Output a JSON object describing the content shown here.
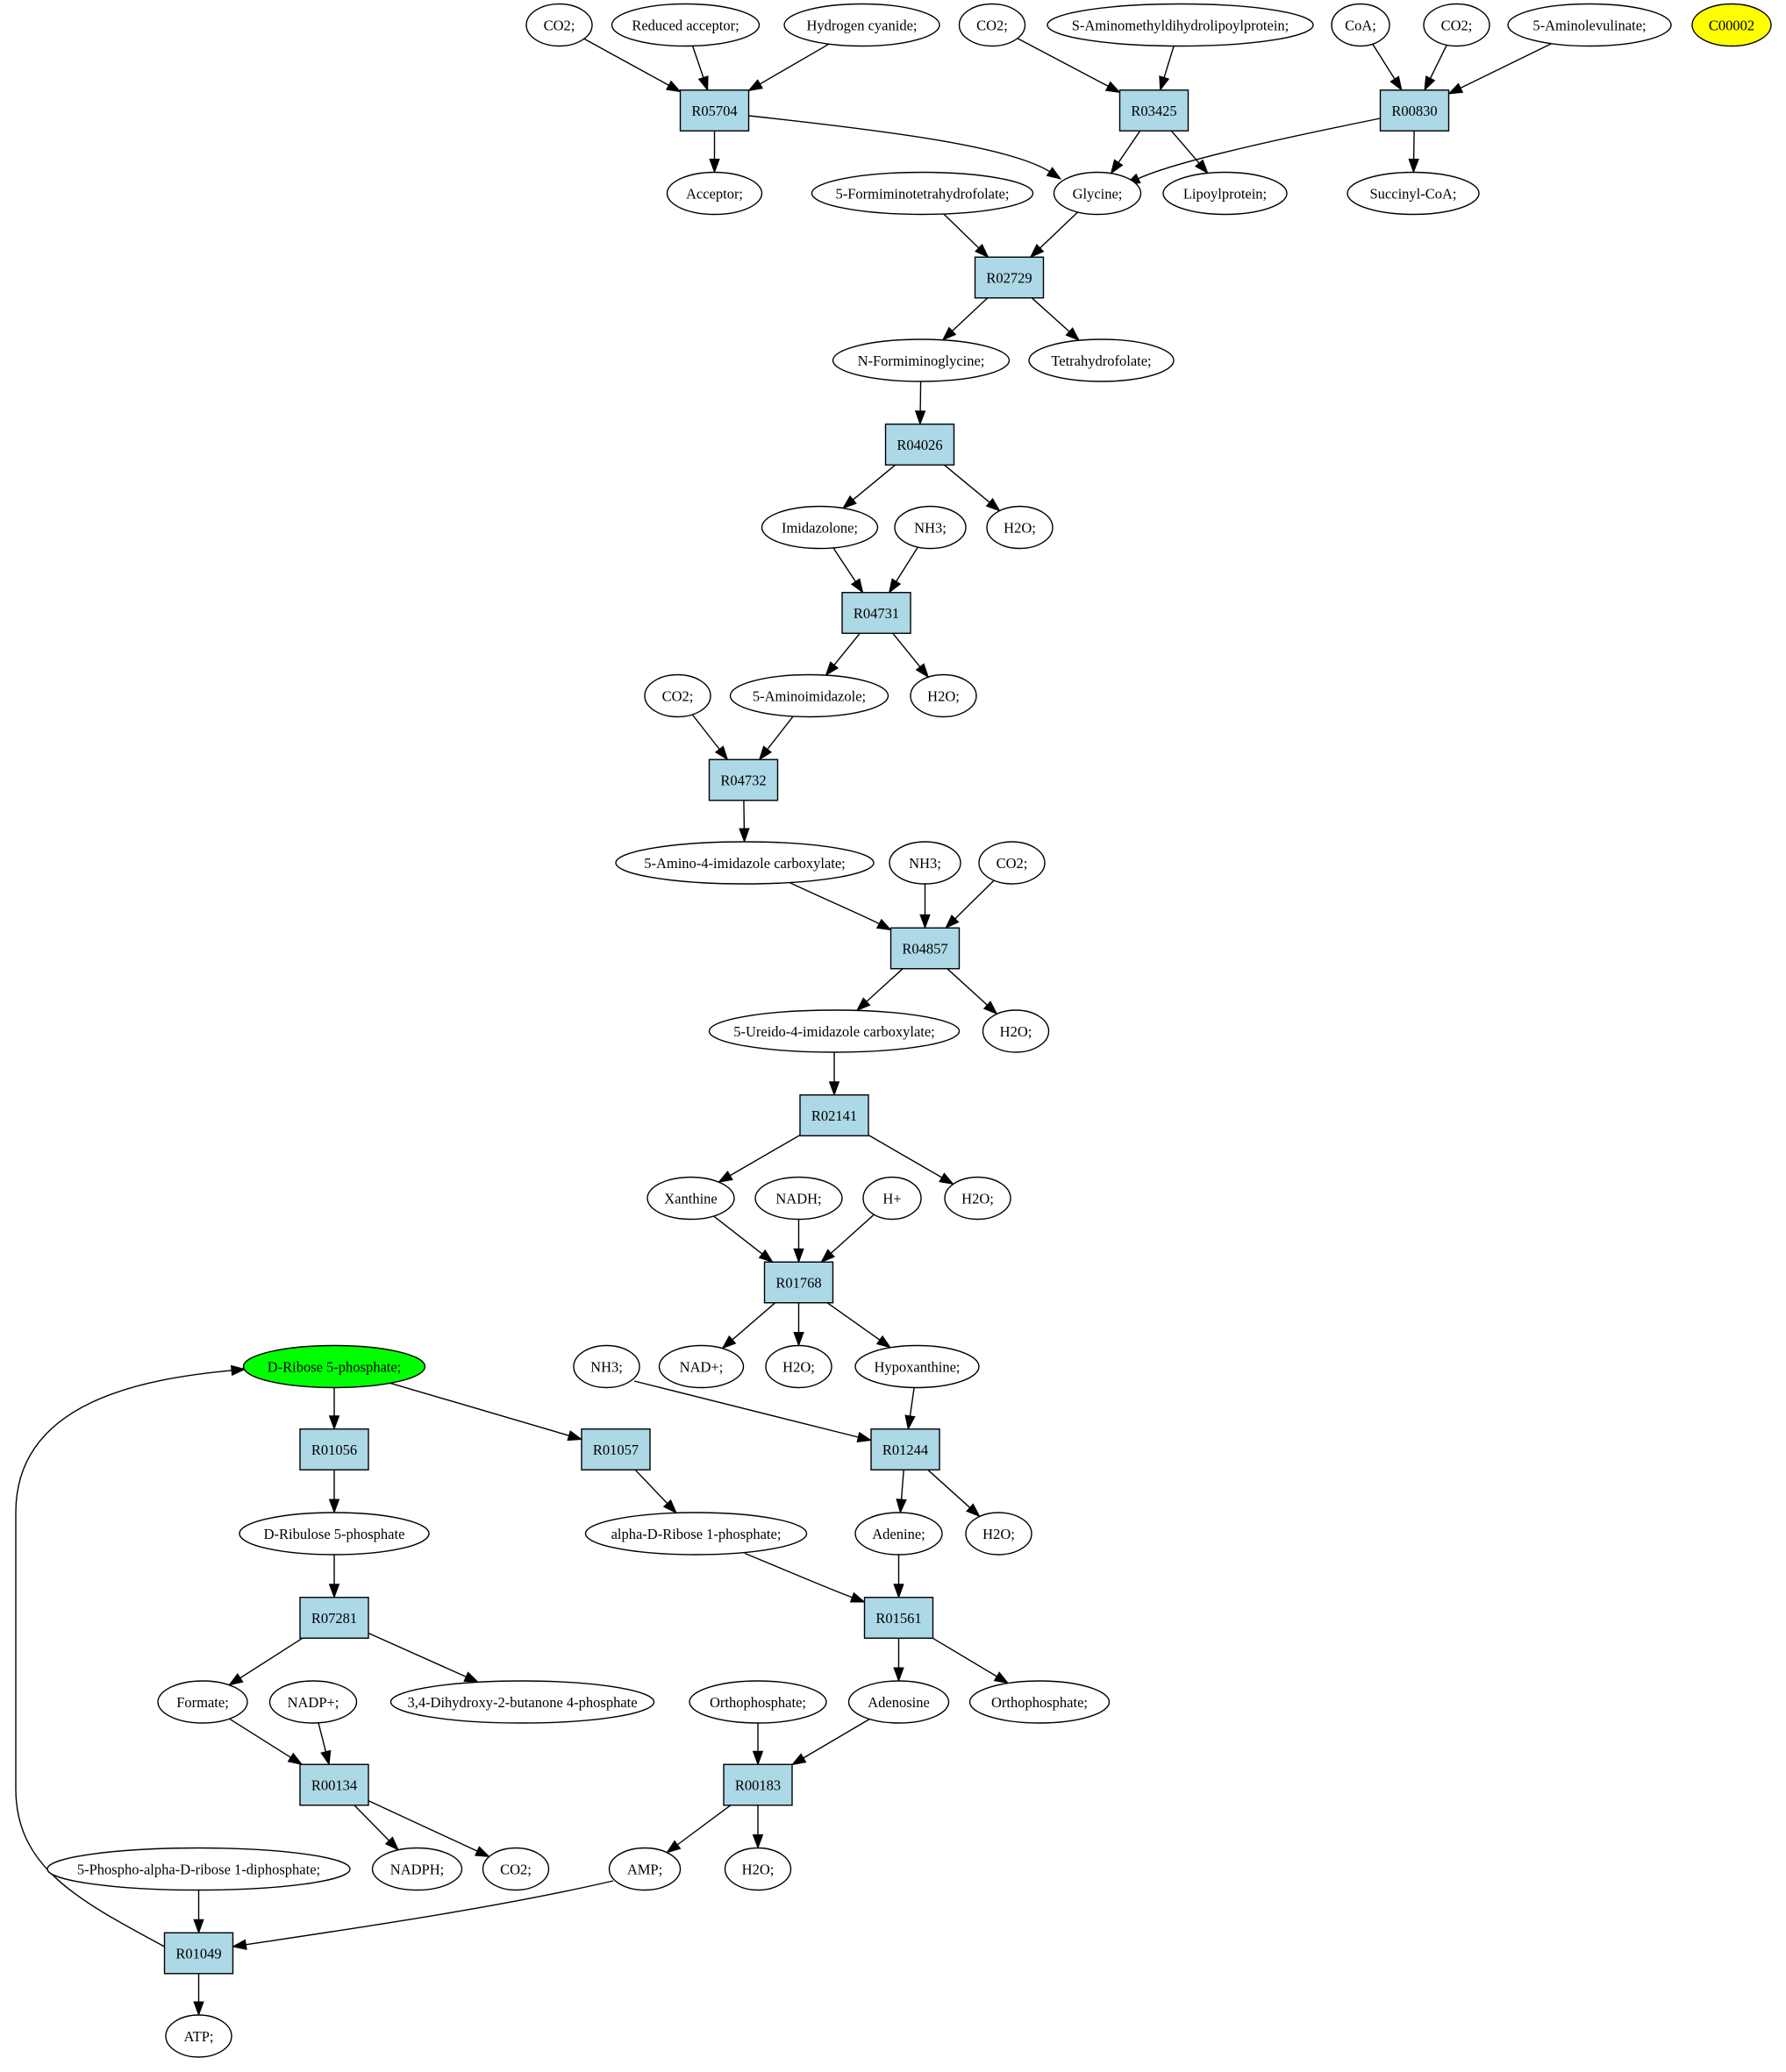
{
  "colors": {
    "reaction_fill": "#add8e6",
    "compound_fill": "#ffffff",
    "source_fill": "#00ff00",
    "highlight_fill": "#ffff00",
    "stroke": "#000000"
  },
  "nodes": [
    {
      "id": "c_co2_a",
      "kind": "compound",
      "label": "CO2;"
    },
    {
      "id": "c_redacc",
      "kind": "compound",
      "label": "Reduced acceptor;"
    },
    {
      "id": "c_hcn",
      "kind": "compound",
      "label": "Hydrogen cyanide;"
    },
    {
      "id": "c_co2_b",
      "kind": "compound",
      "label": "CO2;"
    },
    {
      "id": "c_samdl",
      "kind": "compound",
      "label": "S-Aminomethyldihydrolipoylprotein;"
    },
    {
      "id": "c_coa",
      "kind": "compound",
      "label": "CoA;"
    },
    {
      "id": "c_co2_c",
      "kind": "compound",
      "label": "CO2;"
    },
    {
      "id": "c_5ala",
      "kind": "compound",
      "label": "5-Aminolevulinate;"
    },
    {
      "id": "c_c00002",
      "kind": "highlight",
      "label": "C00002"
    },
    {
      "id": "r_R05704",
      "kind": "reaction",
      "label": "R05704"
    },
    {
      "id": "r_R03425",
      "kind": "reaction",
      "label": "R03425"
    },
    {
      "id": "r_R00830",
      "kind": "reaction",
      "label": "R00830"
    },
    {
      "id": "c_acceptor",
      "kind": "compound",
      "label": "Acceptor;"
    },
    {
      "id": "c_5fthf",
      "kind": "compound",
      "label": "5-Formiminotetrahydrofolate;"
    },
    {
      "id": "c_glycine",
      "kind": "compound",
      "label": "Glycine;"
    },
    {
      "id": "c_lipoyl",
      "kind": "compound",
      "label": "Lipoylprotein;"
    },
    {
      "id": "c_succoa",
      "kind": "compound",
      "label": "Succinyl-CoA;"
    },
    {
      "id": "r_R02729",
      "kind": "reaction",
      "label": "R02729"
    },
    {
      "id": "c_nfg",
      "kind": "compound",
      "label": "N-Formiminoglycine;"
    },
    {
      "id": "c_thf",
      "kind": "compound",
      "label": "Tetrahydrofolate;"
    },
    {
      "id": "r_R04026",
      "kind": "reaction",
      "label": "R04026"
    },
    {
      "id": "c_imidazolone",
      "kind": "compound",
      "label": "Imidazolone;"
    },
    {
      "id": "c_nh3_a",
      "kind": "compound",
      "label": "NH3;"
    },
    {
      "id": "c_h2o_a",
      "kind": "compound",
      "label": "H2O;"
    },
    {
      "id": "r_R04731",
      "kind": "reaction",
      "label": "R04731"
    },
    {
      "id": "c_co2_d",
      "kind": "compound",
      "label": "CO2;"
    },
    {
      "id": "c_5ai",
      "kind": "compound",
      "label": "5-Aminoimidazole;"
    },
    {
      "id": "c_h2o_b",
      "kind": "compound",
      "label": "H2O;"
    },
    {
      "id": "r_R04732",
      "kind": "reaction",
      "label": "R04732"
    },
    {
      "id": "c_5a4ic",
      "kind": "compound",
      "label": "5-Amino-4-imidazole carboxylate;"
    },
    {
      "id": "c_nh3_b",
      "kind": "compound",
      "label": "NH3;"
    },
    {
      "id": "c_co2_e",
      "kind": "compound",
      "label": "CO2;"
    },
    {
      "id": "r_R04857",
      "kind": "reaction",
      "label": "R04857"
    },
    {
      "id": "c_5u4ic",
      "kind": "compound",
      "label": "5-Ureido-4-imidazole carboxylate;"
    },
    {
      "id": "c_h2o_c",
      "kind": "compound",
      "label": "H2O;"
    },
    {
      "id": "r_R02141",
      "kind": "reaction",
      "label": "R02141"
    },
    {
      "id": "c_xanthine",
      "kind": "compound",
      "label": "Xanthine"
    },
    {
      "id": "c_nadh",
      "kind": "compound",
      "label": "NADH;"
    },
    {
      "id": "c_hplus",
      "kind": "compound",
      "label": "H+"
    },
    {
      "id": "c_h2o_d",
      "kind": "compound",
      "label": "H2O;"
    },
    {
      "id": "r_R01768",
      "kind": "reaction",
      "label": "R01768"
    },
    {
      "id": "c_dr5p",
      "kind": "source",
      "label": "D-Ribose 5-phosphate;"
    },
    {
      "id": "c_nh3_c",
      "kind": "compound",
      "label": "NH3;"
    },
    {
      "id": "c_nadplus_a",
      "kind": "compound",
      "label": "NAD+;"
    },
    {
      "id": "c_h2o_e",
      "kind": "compound",
      "label": "H2O;"
    },
    {
      "id": "c_hypox",
      "kind": "compound",
      "label": "Hypoxanthine;"
    },
    {
      "id": "r_R01056",
      "kind": "reaction",
      "label": "R01056"
    },
    {
      "id": "r_R01057",
      "kind": "reaction",
      "label": "R01057"
    },
    {
      "id": "r_R01244",
      "kind": "reaction",
      "label": "R01244"
    },
    {
      "id": "c_dru5p",
      "kind": "compound",
      "label": "D-Ribulose 5-phosphate"
    },
    {
      "id": "c_adr1p",
      "kind": "compound",
      "label": "alpha-D-Ribose 1-phosphate;"
    },
    {
      "id": "c_adenine",
      "kind": "compound",
      "label": "Adenine;"
    },
    {
      "id": "c_h2o_f",
      "kind": "compound",
      "label": "H2O;"
    },
    {
      "id": "r_R07281",
      "kind": "reaction",
      "label": "R07281"
    },
    {
      "id": "r_R01561",
      "kind": "reaction",
      "label": "R01561"
    },
    {
      "id": "c_formate",
      "kind": "compound",
      "label": "Formate;"
    },
    {
      "id": "c_nadpplus",
      "kind": "compound",
      "label": "NADP+;"
    },
    {
      "id": "c_34dhb",
      "kind": "compound",
      "label": "3,4-Dihydroxy-2-butanone 4-phosphate"
    },
    {
      "id": "c_ortho_a",
      "kind": "compound",
      "label": "Orthophosphate;"
    },
    {
      "id": "c_adenosine",
      "kind": "compound",
      "label": "Adenosine"
    },
    {
      "id": "c_ortho_b",
      "kind": "compound",
      "label": "Orthophosphate;"
    },
    {
      "id": "r_R00134",
      "kind": "reaction",
      "label": "R00134"
    },
    {
      "id": "r_R00183",
      "kind": "reaction",
      "label": "R00183"
    },
    {
      "id": "c_prpp",
      "kind": "compound",
      "label": "5-Phospho-alpha-D-ribose 1-diphosphate;"
    },
    {
      "id": "c_nadph",
      "kind": "compound",
      "label": "NADPH;"
    },
    {
      "id": "c_co2_f",
      "kind": "compound",
      "label": "CO2;"
    },
    {
      "id": "c_amp",
      "kind": "compound",
      "label": "AMP;"
    },
    {
      "id": "c_h2o_g",
      "kind": "compound",
      "label": "H2O;"
    },
    {
      "id": "r_R01049",
      "kind": "reaction",
      "label": "R01049"
    },
    {
      "id": "c_atp",
      "kind": "compound",
      "label": "ATP;"
    }
  ],
  "edges": [
    [
      "c_co2_a",
      "r_R05704"
    ],
    [
      "c_redacc",
      "r_R05704"
    ],
    [
      "c_hcn",
      "r_R05704"
    ],
    [
      "r_R05704",
      "c_acceptor"
    ],
    [
      "r_R05704",
      "c_glycine"
    ],
    [
      "c_co2_b",
      "r_R03425"
    ],
    [
      "c_samdl",
      "r_R03425"
    ],
    [
      "r_R03425",
      "c_glycine"
    ],
    [
      "r_R03425",
      "c_lipoyl"
    ],
    [
      "c_coa",
      "r_R00830"
    ],
    [
      "c_co2_c",
      "r_R00830"
    ],
    [
      "c_5ala",
      "r_R00830"
    ],
    [
      "r_R00830",
      "c_glycine"
    ],
    [
      "r_R00830",
      "c_succoa"
    ],
    [
      "c_5fthf",
      "r_R02729"
    ],
    [
      "c_glycine",
      "r_R02729"
    ],
    [
      "r_R02729",
      "c_nfg"
    ],
    [
      "r_R02729",
      "c_thf"
    ],
    [
      "c_nfg",
      "r_R04026"
    ],
    [
      "r_R04026",
      "c_imidazolone"
    ],
    [
      "r_R04026",
      "c_h2o_a"
    ],
    [
      "c_imidazolone",
      "r_R04731"
    ],
    [
      "c_nh3_a",
      "r_R04731"
    ],
    [
      "r_R04731",
      "c_5ai"
    ],
    [
      "r_R04731",
      "c_h2o_b"
    ],
    [
      "c_co2_d",
      "r_R04732"
    ],
    [
      "c_5ai",
      "r_R04732"
    ],
    [
      "r_R04732",
      "c_5a4ic"
    ],
    [
      "c_5a4ic",
      "r_R04857"
    ],
    [
      "c_nh3_b",
      "r_R04857"
    ],
    [
      "c_co2_e",
      "r_R04857"
    ],
    [
      "r_R04857",
      "c_5u4ic"
    ],
    [
      "r_R04857",
      "c_h2o_c"
    ],
    [
      "c_5u4ic",
      "r_R02141"
    ],
    [
      "r_R02141",
      "c_xanthine"
    ],
    [
      "r_R02141",
      "c_h2o_d"
    ],
    [
      "c_xanthine",
      "r_R01768"
    ],
    [
      "c_nadh",
      "r_R01768"
    ],
    [
      "c_hplus",
      "r_R01768"
    ],
    [
      "r_R01768",
      "c_nadplus_a"
    ],
    [
      "r_R01768",
      "c_h2o_e"
    ],
    [
      "r_R01768",
      "c_hypox"
    ],
    [
      "c_dr5p",
      "r_R01056"
    ],
    [
      "c_dr5p",
      "r_R01057"
    ],
    [
      "c_nh3_c",
      "r_R01244"
    ],
    [
      "c_hypox",
      "r_R01244"
    ],
    [
      "r_R01056",
      "c_dru5p"
    ],
    [
      "r_R01057",
      "c_adr1p"
    ],
    [
      "r_R01244",
      "c_adenine"
    ],
    [
      "r_R01244",
      "c_h2o_f"
    ],
    [
      "c_dru5p",
      "r_R07281"
    ],
    [
      "c_adr1p",
      "r_R01561"
    ],
    [
      "c_adenine",
      "r_R01561"
    ],
    [
      "r_R07281",
      "c_formate"
    ],
    [
      "r_R07281",
      "c_34dhb"
    ],
    [
      "r_R01561",
      "c_adenosine"
    ],
    [
      "r_R01561",
      "c_ortho_b"
    ],
    [
      "c_formate",
      "r_R00134"
    ],
    [
      "c_nadpplus",
      "r_R00134"
    ],
    [
      "c_ortho_a",
      "r_R00183"
    ],
    [
      "c_adenosine",
      "r_R00183"
    ],
    [
      "r_R00134",
      "c_nadph"
    ],
    [
      "r_R00134",
      "c_co2_f"
    ],
    [
      "r_R00183",
      "c_amp"
    ],
    [
      "r_R00183",
      "c_h2o_g"
    ],
    [
      "c_prpp",
      "r_R01049"
    ],
    [
      "c_amp",
      "r_R01049"
    ],
    [
      "r_R01049",
      "c_atp"
    ],
    [
      "r_R01049",
      "c_dr5p"
    ]
  ]
}
